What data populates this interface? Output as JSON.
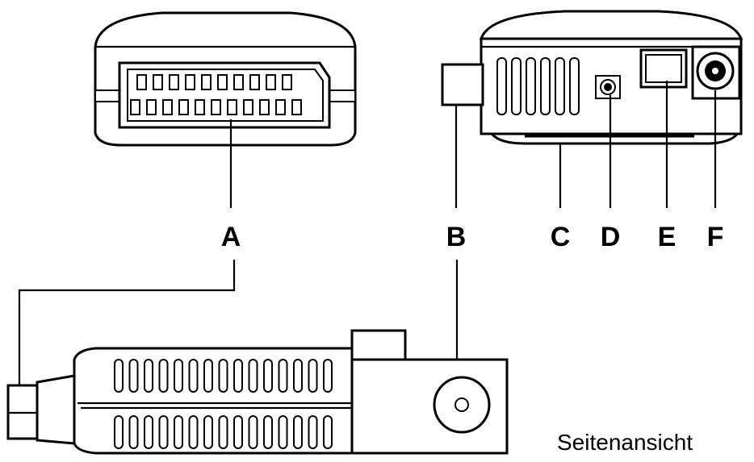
{
  "labels": {
    "a": "A",
    "b": "B",
    "c": "C",
    "d": "D",
    "e": "E",
    "f": "F"
  },
  "caption": "Seitenansicht",
  "colors": {
    "line": "#000000",
    "background": "#ffffff"
  }
}
